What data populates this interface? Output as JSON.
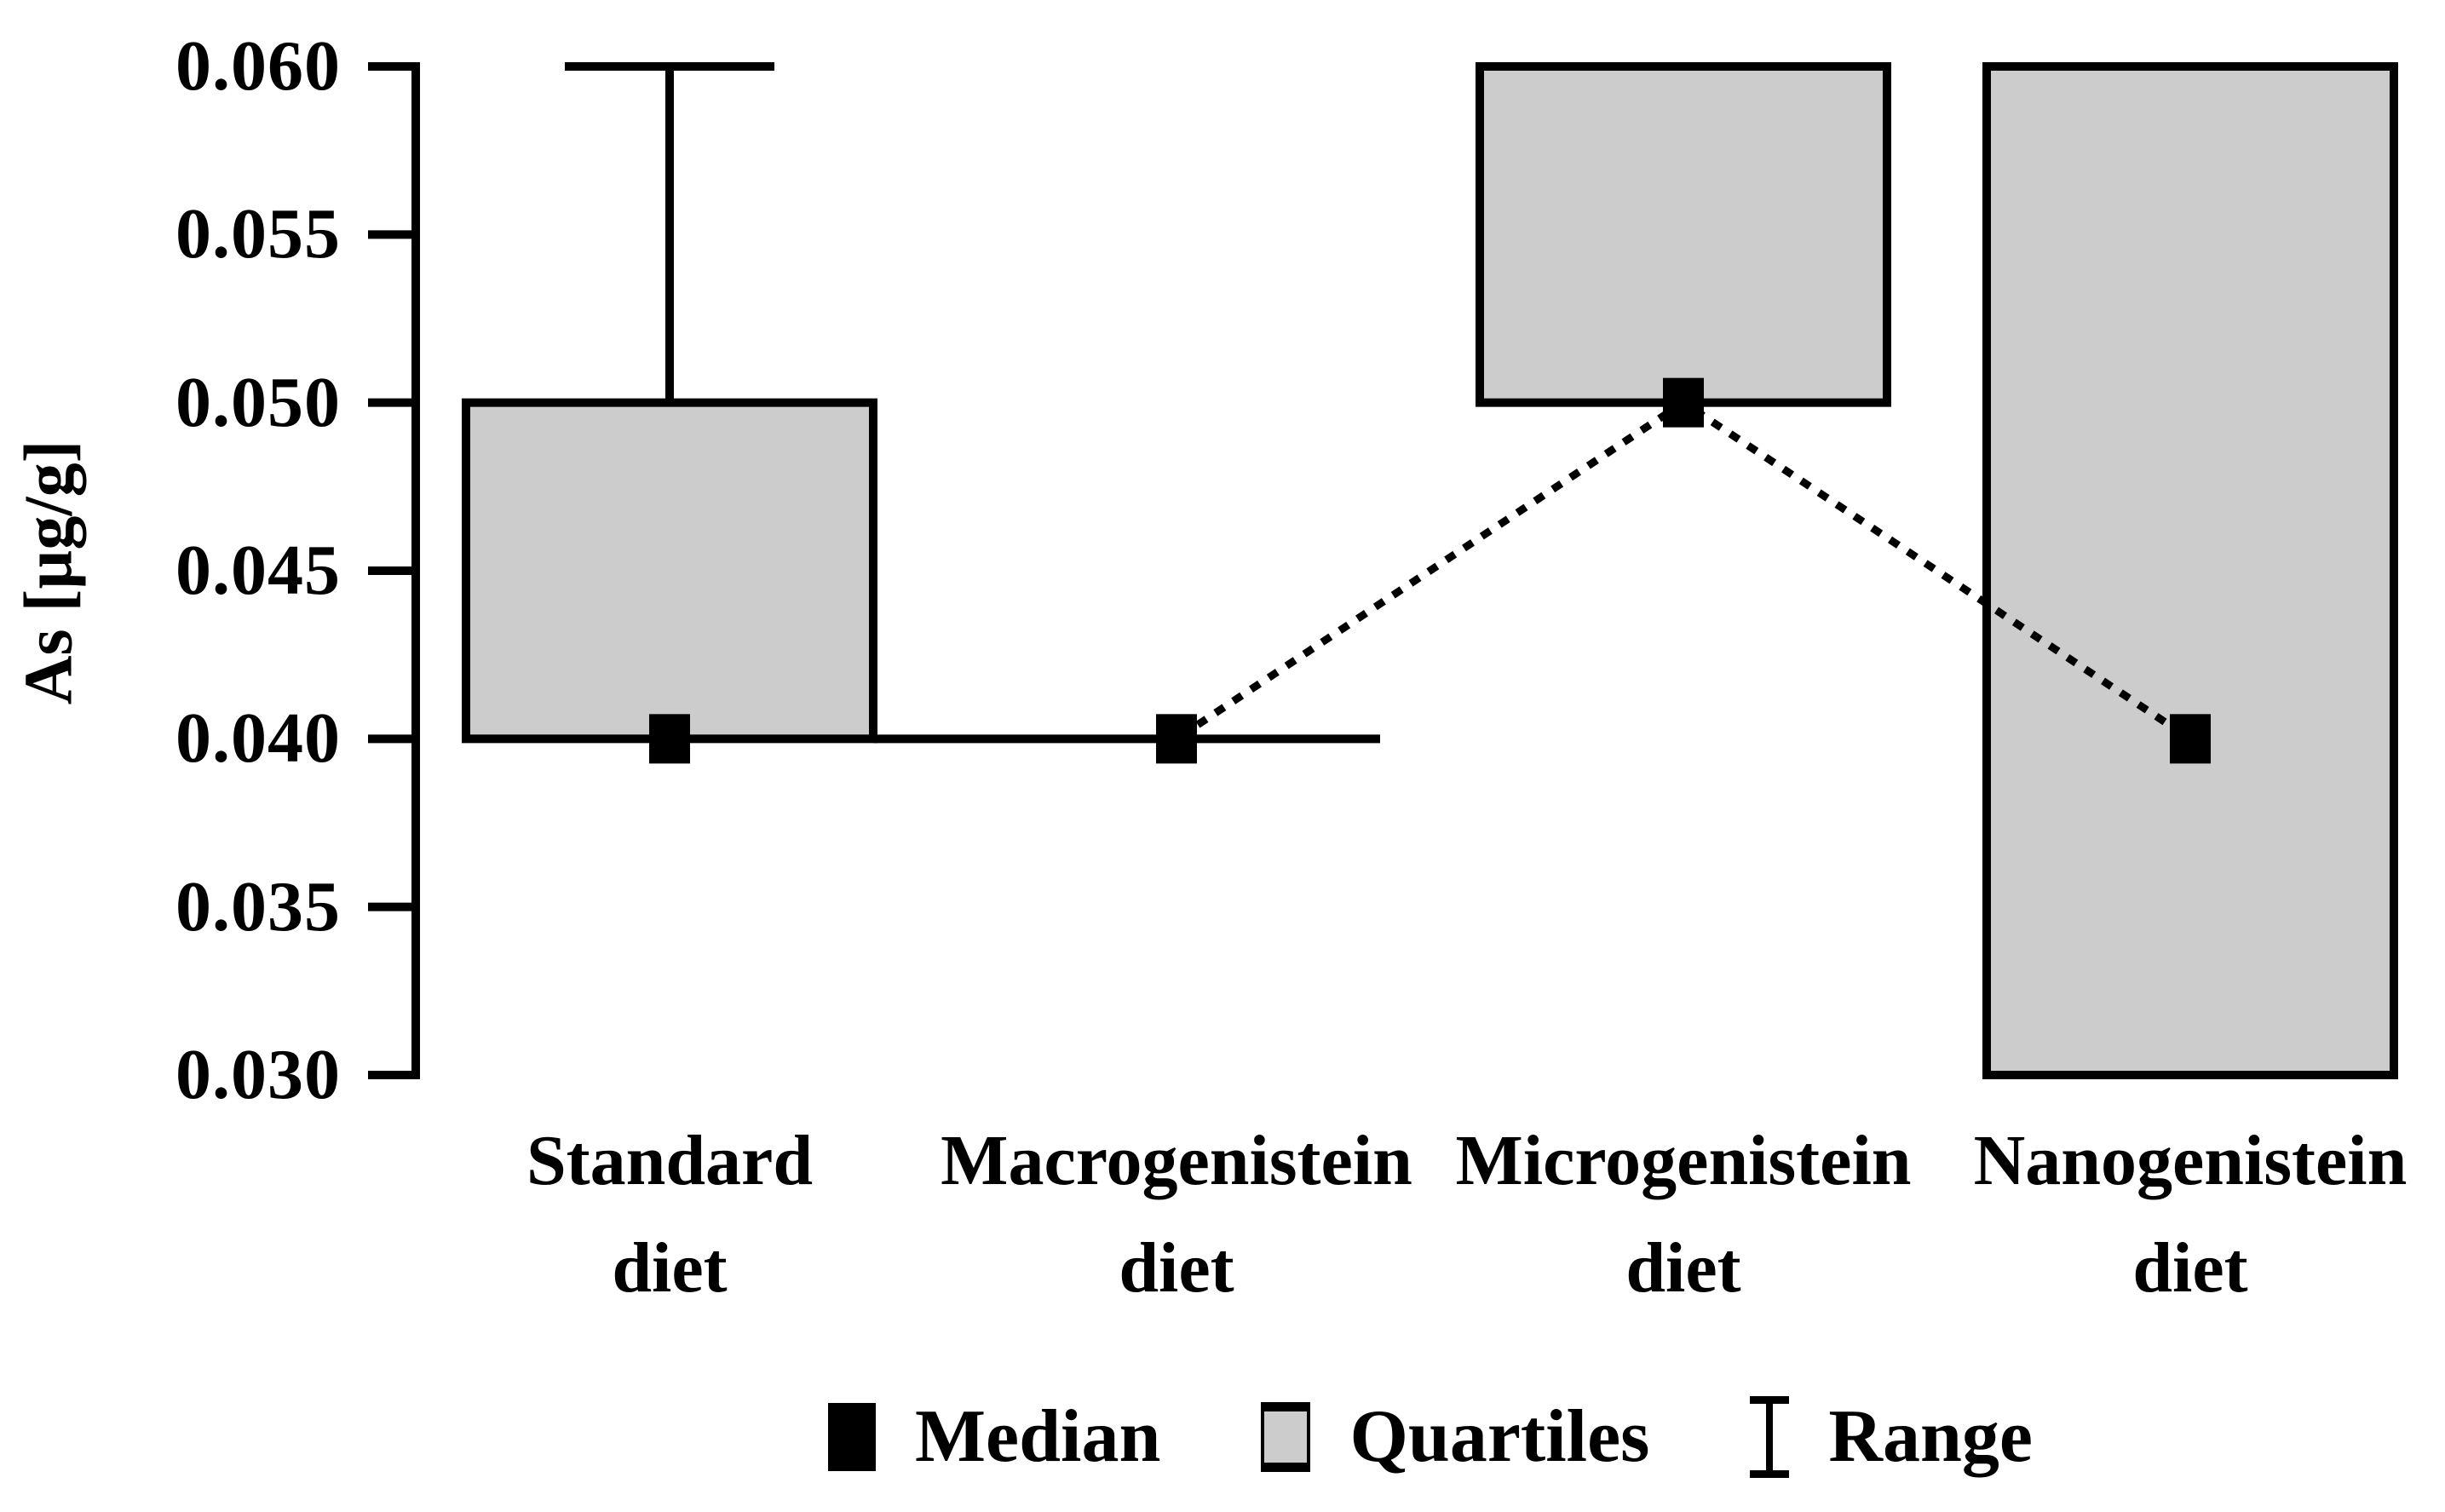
{
  "chart_data": {
    "type": "boxplot",
    "title": "",
    "ylabel": "As [µg/g]",
    "xlabel": "",
    "ylim": [
      0.03,
      0.06
    ],
    "grid": false,
    "legend_position": "bottom-center",
    "ytick_labels": [
      "0.060",
      "0.055",
      "0.050",
      "0.045",
      "0.040",
      "0.035",
      "0.030"
    ],
    "ytick_values": [
      0.06,
      0.055,
      0.05,
      0.045,
      0.04,
      0.035,
      0.03
    ],
    "groups": [
      {
        "label_line1": "Standard",
        "label_line2": "diet",
        "median": 0.04,
        "q1": 0.04,
        "q3": 0.05,
        "range_min": 0.04,
        "range_max": 0.06
      },
      {
        "label_line1": "Macrogenistein",
        "label_line2": "diet",
        "median": 0.04,
        "q1": 0.04,
        "q3": 0.04,
        "range_min": 0.04,
        "range_max": 0.04
      },
      {
        "label_line1": "Microgenistein",
        "label_line2": "diet",
        "median": 0.05,
        "q1": 0.05,
        "q3": 0.06,
        "range_min": 0.05,
        "range_max": 0.06
      },
      {
        "label_line1": "Nanogenistein",
        "label_line2": "diet",
        "median": 0.04,
        "q1": 0.03,
        "q3": 0.06,
        "range_min": 0.03,
        "range_max": 0.06
      }
    ],
    "median_connector_style": "dotted",
    "legend": [
      {
        "symbol": "median-square",
        "label": "Median"
      },
      {
        "symbol": "quartiles-box",
        "label": "Quartiles"
      },
      {
        "symbol": "range-ibeam",
        "label": "Range"
      }
    ],
    "colors": {
      "box_fill": "#cccccc",
      "line": "#000000",
      "median_marker": "#000000",
      "background": "#ffffff"
    }
  }
}
